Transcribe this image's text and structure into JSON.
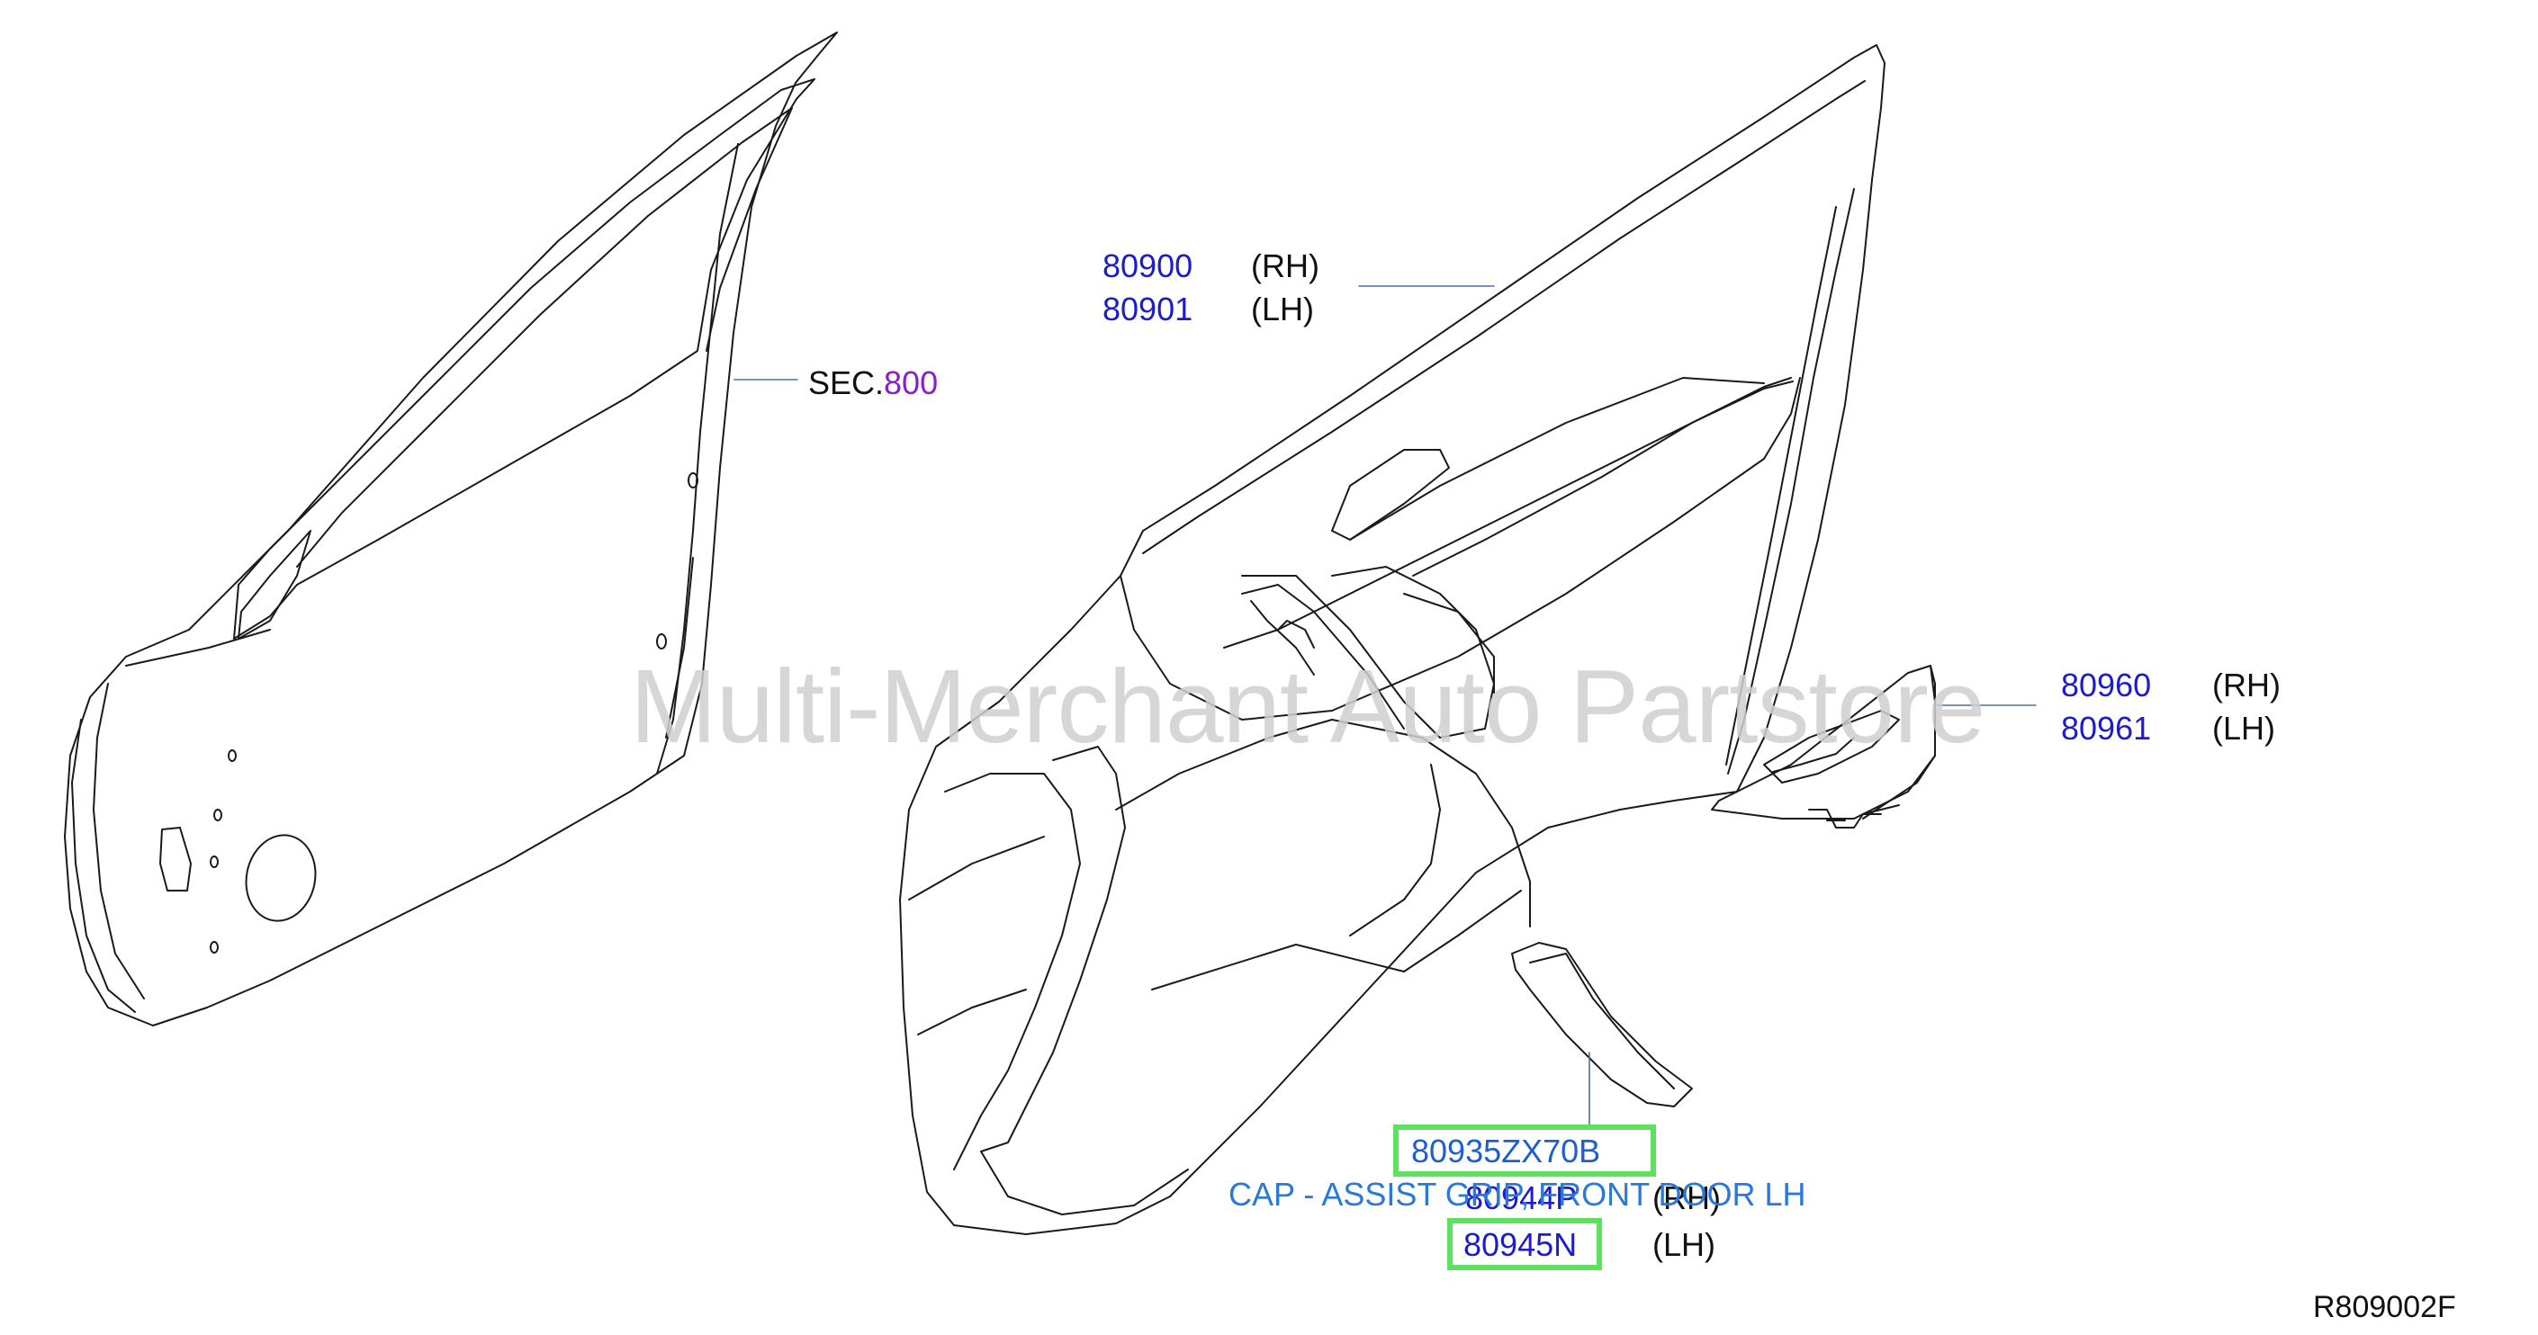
{
  "watermark": "Multi-Merchant Auto Partstore",
  "parts": {
    "door_panel_rh": {
      "number": "80900",
      "side": "(RH)"
    },
    "door_panel_lh": {
      "number": "80901",
      "side": "(LH)"
    },
    "section_ref": {
      "prefix": "SEC.",
      "number": "800"
    },
    "switch_finisher_rh": {
      "number": "80960",
      "side": "(RH)"
    },
    "switch_finisher_lh": {
      "number": "80961",
      "side": "(LH)"
    },
    "highlighted_part": {
      "number": "80935ZX70B",
      "description": "CAP - ASSIST GRIP, FRONT DOOR LH"
    },
    "grip_rh": {
      "number": "80944P",
      "side": "(RH)"
    },
    "grip_lh": {
      "number": "80945N",
      "side": "(LH)"
    }
  },
  "diagram_code": "R809002F",
  "colors": {
    "part_number": "#1c1ccf",
    "section_number": "#8a1fc9",
    "caption": "#2a78d8",
    "highlight": "#5ee25e"
  }
}
